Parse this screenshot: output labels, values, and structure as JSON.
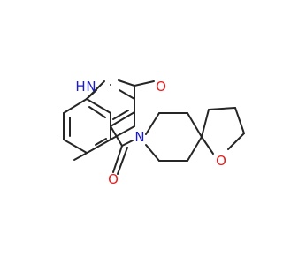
{
  "molecule": {
    "atoms": {
      "nh": {
        "text": "H",
        "color": "#1a1ac8"
      },
      "n1": {
        "text": "N",
        "color": "#1a1ac8"
      },
      "o_keto": {
        "text": "O",
        "color": "#e81b1b"
      },
      "o_amide": {
        "text": "O",
        "color": "#e81b1b"
      },
      "n_amide": {
        "text": "N",
        "color": "#1a1ac8"
      },
      "o_ring": {
        "text": "O",
        "color": "#e81b1b"
      }
    },
    "bond_color": "#262626"
  }
}
